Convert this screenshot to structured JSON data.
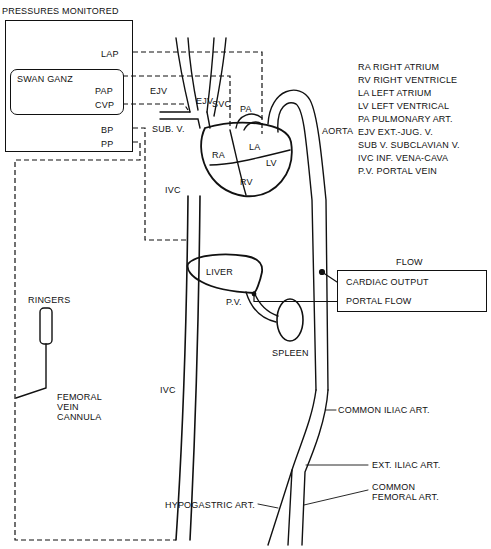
{
  "diagram": {
    "nodes": [
      {
        "text": [
          "PRESSURES MONITORED",
          "LAP",
          "BP",
          "PP"
        ]
      },
      {
        "text": [
          "SWAN GANZ",
          "PAP",
          "CVP"
        ],
        "in": 0
      },
      {
        "text": [
          "FLOW",
          "CARDIAC OUTPUT",
          "PORTAL FLOW"
        ]
      },
      {
        "text": [
          "LIVER"
        ]
      }
    ],
    "edges": [
      {
        "from": 2,
        "to": 3,
        "arrow": "none"
      }
    ],
    "labels": [
      "RA RIGHT ATRIUM",
      "RV RIGHT VENTRICLE",
      "LA LEFT ATRIUM",
      "LV LEFT VENTRICAL",
      "PA PULMONARY ART.",
      "EJV EXT.-JUG. V.",
      "SUB V. SUBCLAVIAN V.",
      "IVC INF. VENA-CAVA",
      "P.V. PORTAL VEIN",
      "EJV",
      "EJV",
      "SVC",
      "SUB. V.",
      "PA",
      "AORTA",
      "RA",
      "LA",
      "LV",
      "RV",
      "IVC",
      "IVC",
      "P.V.",
      "SPLEEN",
      "RINGERS",
      "FEMORAL VEIN CANNULA",
      "COMMON ILIAC ART.",
      "EXT. ILIAC ART.",
      "COMMON FEMORAL ART.",
      "HYPOGASTRIC ART."
    ]
  }
}
